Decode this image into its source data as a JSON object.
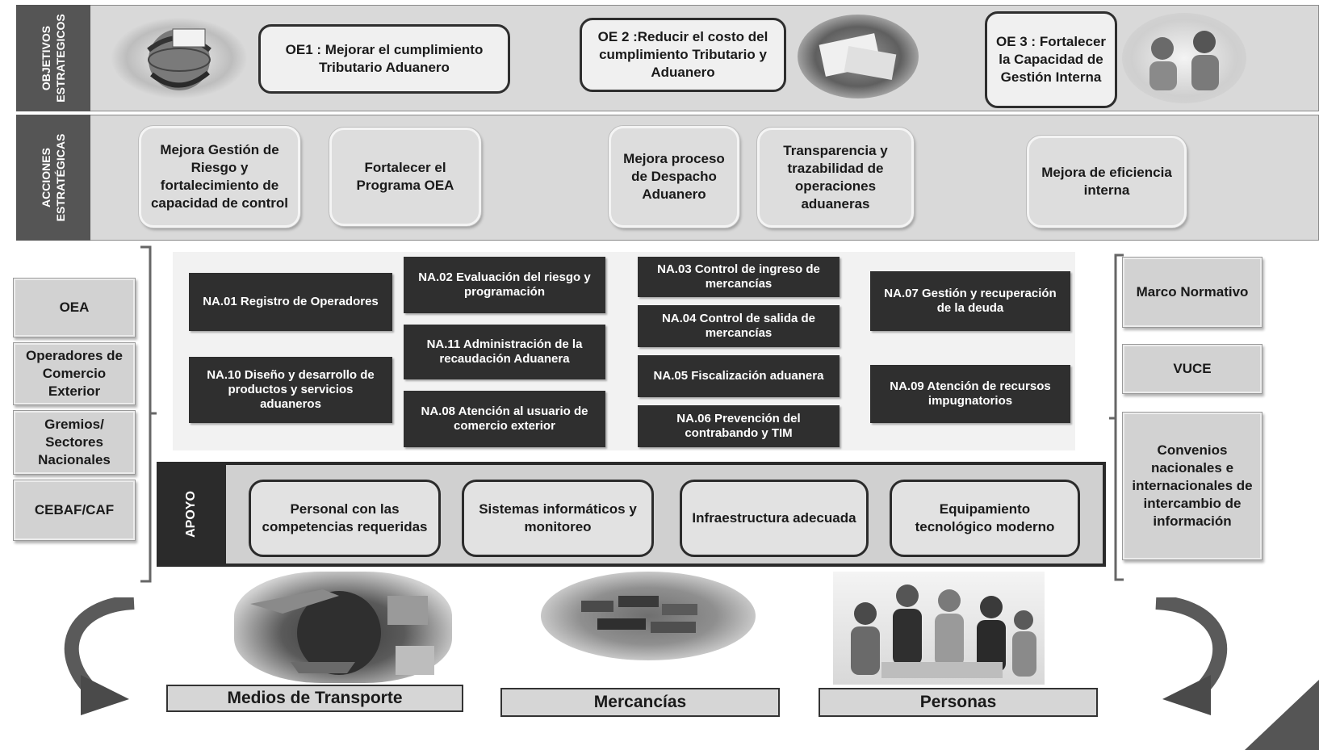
{
  "bands": {
    "objetivos_label": "OBJETIVOS ESTRATEGICOS",
    "acciones_label": "ACCIONES ESTRATÉGICAS",
    "apoyo_label": "APOYO"
  },
  "objetivos": [
    {
      "id": "oe1",
      "text": "OE1 : Mejorar el cumplimiento Tributario Aduanero"
    },
    {
      "id": "oe2",
      "text": "OE 2 :Reducir el costo del cumplimiento Tributario y Aduanero"
    },
    {
      "id": "oe3",
      "text": "OE 3 : Fortalecer la Capacidad de Gestión Interna"
    }
  ],
  "acciones": [
    "Mejora Gestión de Riesgo y fortalecimiento de capacidad de control",
    "Fortalecer el Programa OEA",
    "Mejora proceso de Despacho Aduanero",
    "Transparencia y trazabilidad de operaciones aduaneras",
    "Mejora de eficiencia interna"
  ],
  "left_boxes": [
    "OEA",
    "Operadores de Comercio Exterior",
    "Gremios/ Sectores Nacionales",
    "CEBAF/CAF"
  ],
  "right_boxes": [
    "Marco Normativo",
    "VUCE",
    "Convenios nacionales e internacionales de intercambio de información"
  ],
  "na": {
    "na01": "NA.01 Registro de Operadores",
    "na10": "NA.10 Diseño y desarrollo de productos y servicios aduaneros",
    "na02": "NA.02 Evaluación del riesgo y programación",
    "na11": "NA.11 Administración de la recaudación Aduanera",
    "na08": "NA.08 Atención al usuario de comercio exterior",
    "na03": "NA.03 Control de ingreso de mercancías",
    "na04": "NA.04 Control de salida de mercancías",
    "na05": "NA.05 Fiscalización aduanera",
    "na06": "NA.06 Prevención del contrabando y TIM",
    "na07": "NA.07 Gestión y recuperación de la deuda",
    "na09": "NA.09 Atención de recursos impugnatorios"
  },
  "apoyo": [
    "Personal con las competencias requeridas",
    "Sistemas informáticos y monitoreo",
    "Infraestructura adecuada",
    "Equipamiento tecnológico moderno"
  ],
  "footer": [
    "Medios de Transporte",
    "Mercancías",
    "Personas"
  ],
  "colors": {
    "band_label": "#555555",
    "band_bg": "#d9d9d9",
    "na_box": "#2f2f2f",
    "apoyo_bar": "#2b2b2b"
  },
  "images": {
    "oe1_image": "globe-hands-illustration",
    "oe2_image": "handshake-documents-photo",
    "oe3_image": "office-workers-photo",
    "transport_image": "globe-ship-plane-truck-photo",
    "merchandise_image": "container-port-photo",
    "people_image": "business-meeting-photo"
  }
}
